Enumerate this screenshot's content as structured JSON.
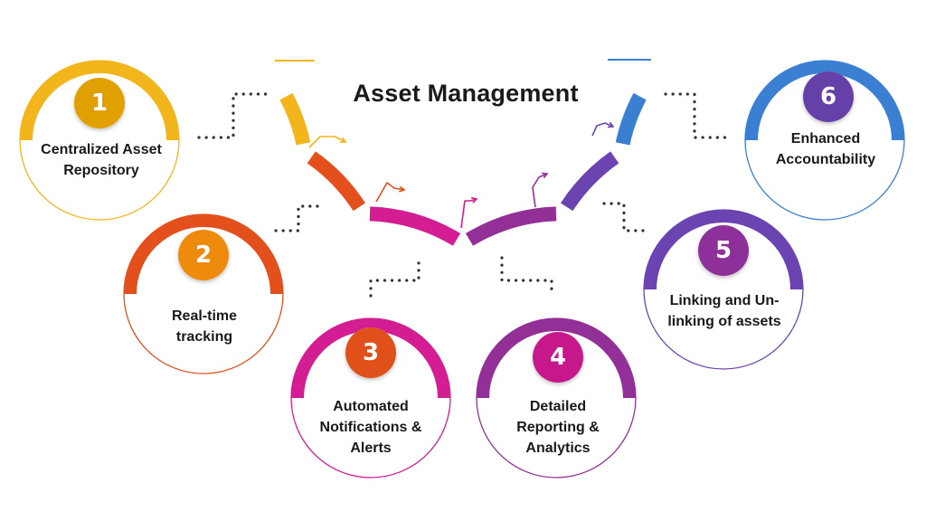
{
  "title": "Asset Management",
  "items": [
    {
      "number": "1",
      "label": "Centralized Asset\nRepository",
      "color": "#F2B51C",
      "badge": "#E0A000"
    },
    {
      "number": "2",
      "label": "Real-time\ntracking",
      "color": "#E4501C",
      "badge": "#EE8A0C"
    },
    {
      "number": "3",
      "label": "Automated\nNotifications &\nAlerts",
      "color": "#D41C93",
      "badge": "#E0501A"
    },
    {
      "number": "4",
      "label": "Detailed\nReporting &\nAnalytics",
      "color": "#933098",
      "badge": "#C6188A"
    },
    {
      "number": "5",
      "label": "Linking and Un-\nlinking of assets",
      "color": "#6C44B2",
      "badge": "#8E3099"
    },
    {
      "number": "6",
      "label": "Enhanced\nAccountability",
      "color": "#3A7FD2",
      "badge": "#6440A8"
    }
  ]
}
